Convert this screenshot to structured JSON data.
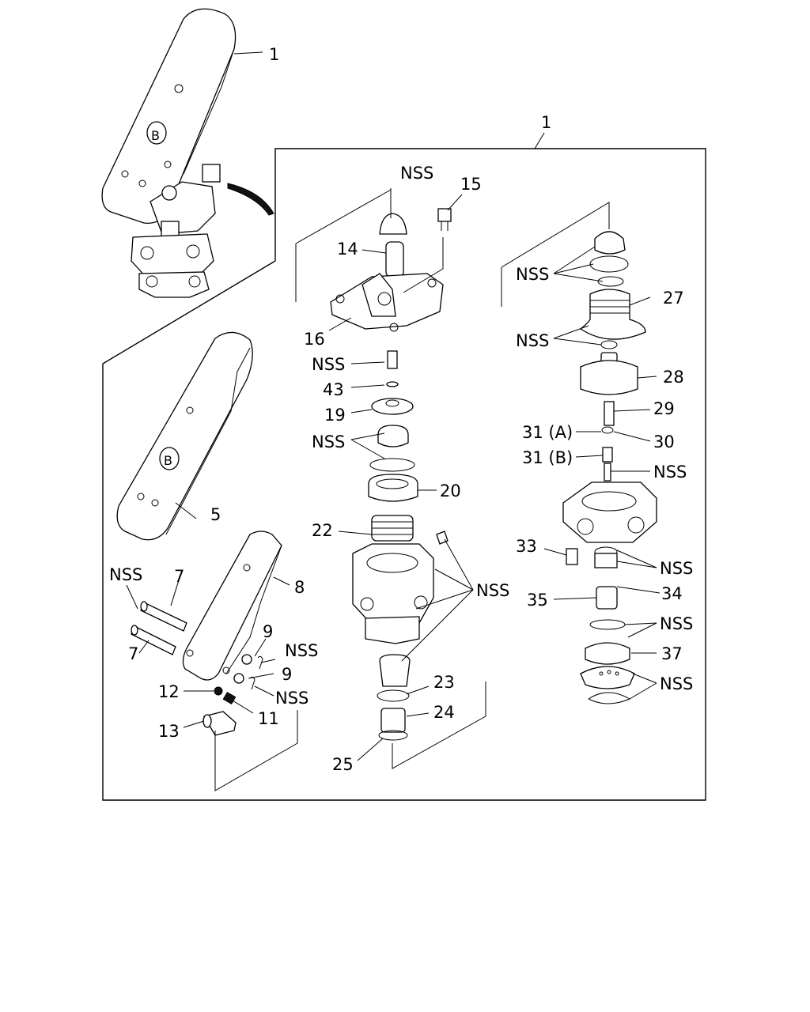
{
  "labels": {
    "pedal_assembly": "1",
    "valve_assembly": "1",
    "pedal_pad": "5",
    "pin_upper": "7",
    "pin_lower": "7",
    "pedal_bracket": "8",
    "washer_upper": "9",
    "washer_lower": "9",
    "spring_11": "11",
    "nut_12": "12",
    "stop_13": "13",
    "roller_14": "14",
    "bolt_15": "15",
    "bracket_16": "16",
    "plate_19": "19",
    "piston_20": "20",
    "ring_22": "22",
    "bushing_23": "23",
    "spring_24": "24",
    "seat_25": "25",
    "boot_27": "27",
    "piston_28": "28",
    "rod_29": "29",
    "ring_30": "30",
    "spring_31a": "31 (A)",
    "spring_31b": "31 (B)",
    "bolt_33": "33",
    "sleeve_34": "34",
    "spring_35": "35",
    "cap_37": "37",
    "washer_43": "43",
    "nss": "NSS"
  }
}
